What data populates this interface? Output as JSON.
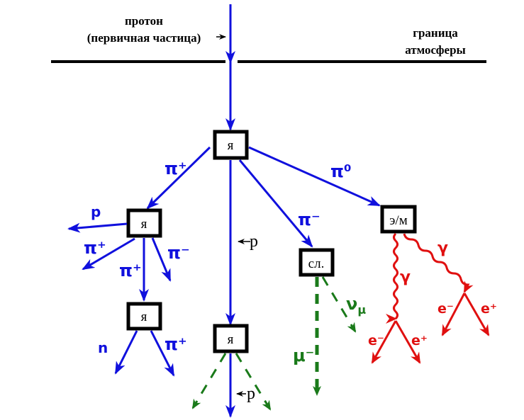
{
  "colors": {
    "hadron": "#1010dd",
    "lepton": "#1a7a1a",
    "em": "#e01010",
    "box": "#000000"
  },
  "header": {
    "primary_line1": "протон",
    "primary_line2": "(первичная частица)",
    "boundary_line1": "граница",
    "boundary_line2": "атмосферы"
  },
  "nodes": {
    "top": "я",
    "left": "я",
    "left_lower": "я",
    "center_lower": "я",
    "weak": "сл.",
    "em": "э/м"
  },
  "labels": {
    "pi_plus_top": "π⁺",
    "pi_zero": "π⁰",
    "pi_minus_center": "π⁻",
    "p_left": "p",
    "pi_plus_left": "π⁺",
    "pi_plus_down": "π⁺",
    "pi_minus_left": "π⁻",
    "n_lower": "n",
    "pi_plus_lower": "π⁺",
    "p_center": "p",
    "p_bottom": "p",
    "mu_minus": "μ⁻",
    "nu_mu_base": "ν",
    "nu_mu_sub": "μ",
    "gamma_left": "γ",
    "gamma_right": "γ",
    "e_minus_1": "e⁻",
    "e_plus_1": "e⁺",
    "e_minus_2": "e⁻",
    "e_plus_2": "e⁺"
  }
}
